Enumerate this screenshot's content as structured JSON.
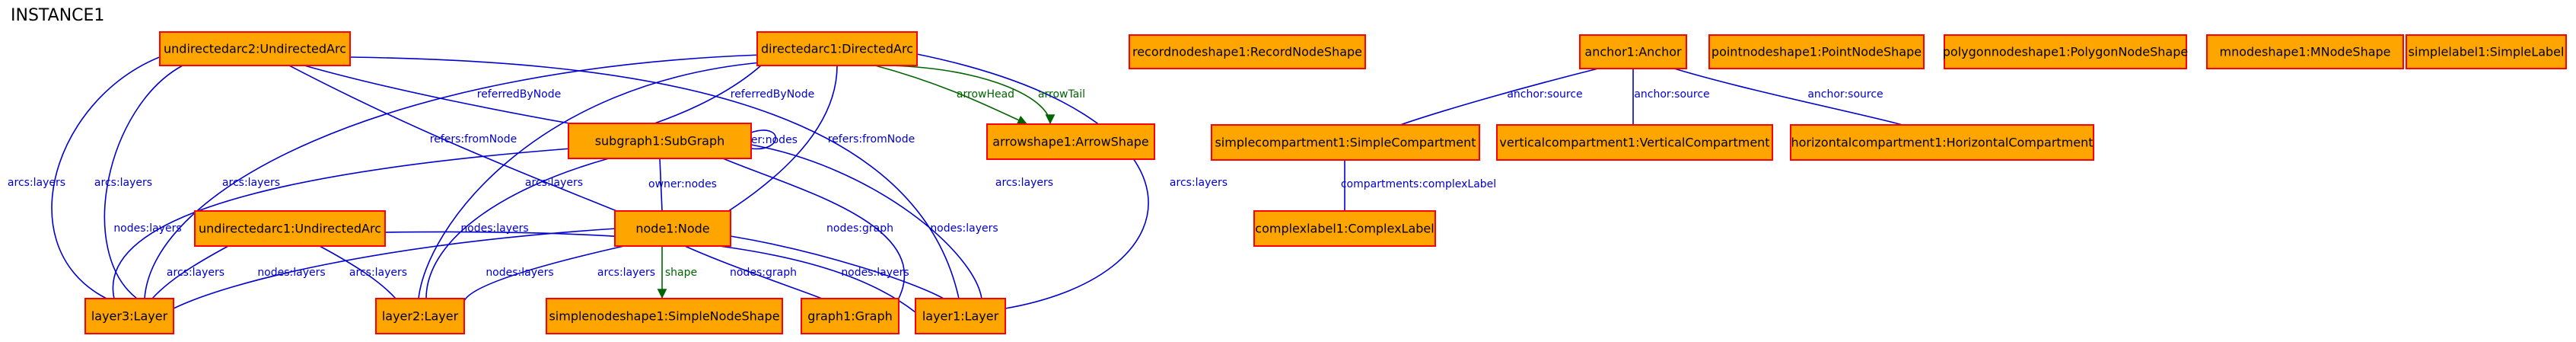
{
  "title": "INSTANCE1",
  "colors": {
    "node_fill": "#ffa500",
    "node_border": "#ff0000",
    "edge_blue": "#0000cd",
    "edge_green": "#006400"
  },
  "nodes": [
    {
      "id": "undirectedarc2",
      "label": "undirectedarc2:UndirectedArc"
    },
    {
      "id": "directedarc1",
      "label": "directedarc1:DirectedArc"
    },
    {
      "id": "recordnodeshape1",
      "label": "recordnodeshape1:RecordNodeShape"
    },
    {
      "id": "anchor1",
      "label": "anchor1:Anchor"
    },
    {
      "id": "pointnodeshape1",
      "label": "pointnodeshape1:PointNodeShape"
    },
    {
      "id": "polygonnodeshape1",
      "label": "polygonnodeshape1:PolygonNodeShape"
    },
    {
      "id": "mnodeshape1",
      "label": "mnodeshape1:MNodeShape"
    },
    {
      "id": "simplelabel1",
      "label": "simplelabel1:SimpleLabel"
    },
    {
      "id": "subgraph1",
      "label": "subgraph1:SubGraph"
    },
    {
      "id": "arrowshape1",
      "label": "arrowshape1:ArrowShape"
    },
    {
      "id": "simplecompartment1",
      "label": "simplecompartment1:SimpleCompartment"
    },
    {
      "id": "verticalcompartment1",
      "label": "verticalcompartment1:VerticalCompartment"
    },
    {
      "id": "horizontalcompartment1",
      "label": "horizontalcompartment1:HorizontalCompartment"
    },
    {
      "id": "undirectedarc1",
      "label": "undirectedarc1:UndirectedArc"
    },
    {
      "id": "node1",
      "label": "node1:Node"
    },
    {
      "id": "complexlabel1",
      "label": "complexlabel1:ComplexLabel"
    },
    {
      "id": "layer3",
      "label": "layer3:Layer"
    },
    {
      "id": "layer2",
      "label": "layer2:Layer"
    },
    {
      "id": "simplenodeshape1",
      "label": "simplenodeshape1:SimpleNodeShape"
    },
    {
      "id": "graph1",
      "label": "graph1:Graph"
    },
    {
      "id": "layer1",
      "label": "layer1:Layer"
    }
  ],
  "edges": [
    {
      "id": "e1",
      "label": "arcs:layers",
      "color": "blue"
    },
    {
      "id": "e2",
      "label": "arcs:layers",
      "color": "blue"
    },
    {
      "id": "e3",
      "label": "referredByNode",
      "color": "blue"
    },
    {
      "id": "e4",
      "label": "refers:fromNode",
      "color": "blue"
    },
    {
      "id": "e5",
      "label": "arcs:layers",
      "color": "blue"
    },
    {
      "id": "e6",
      "label": "arcs:layers",
      "color": "blue"
    },
    {
      "id": "e7",
      "label": "referredByNode",
      "color": "blue"
    },
    {
      "id": "e8",
      "label": "refers:fromNode",
      "color": "blue"
    },
    {
      "id": "e9",
      "label": "arcs:layers",
      "color": "blue"
    },
    {
      "id": "e10",
      "label": "arcs:layers",
      "color": "blue"
    },
    {
      "id": "e11",
      "label": "arrowHead",
      "color": "green"
    },
    {
      "id": "e12",
      "label": "arrowTail",
      "color": "green"
    },
    {
      "id": "e13",
      "label": "owner:nodes",
      "color": "blue"
    },
    {
      "id": "e14",
      "label": "owner:nodes",
      "color": "blue"
    },
    {
      "id": "e15",
      "label": "nodes:layers",
      "color": "blue"
    },
    {
      "id": "e16",
      "label": "nodes:layers",
      "color": "blue"
    },
    {
      "id": "e17",
      "label": "nodes:graph",
      "color": "blue"
    },
    {
      "id": "e18",
      "label": "nodes:layers",
      "color": "blue"
    },
    {
      "id": "e19",
      "label": "arcs:layers",
      "color": "blue"
    },
    {
      "id": "e20",
      "label": "arcs:layers",
      "color": "blue"
    },
    {
      "id": "e21",
      "label": "nodes:layers",
      "color": "blue"
    },
    {
      "id": "e22",
      "label": "nodes:layers",
      "color": "blue"
    },
    {
      "id": "e23",
      "label": "arcs:layers",
      "color": "blue"
    },
    {
      "id": "e24",
      "label": "shape",
      "color": "green"
    },
    {
      "id": "e25",
      "label": "nodes:graph",
      "color": "blue"
    },
    {
      "id": "e26",
      "label": "nodes:layers",
      "color": "blue"
    },
    {
      "id": "e27",
      "label": "anchor:source",
      "color": "blue"
    },
    {
      "id": "e28",
      "label": "anchor:source",
      "color": "blue"
    },
    {
      "id": "e29",
      "label": "anchor:source",
      "color": "blue"
    },
    {
      "id": "e30",
      "label": "compartments:complexLabel",
      "color": "blue"
    }
  ]
}
